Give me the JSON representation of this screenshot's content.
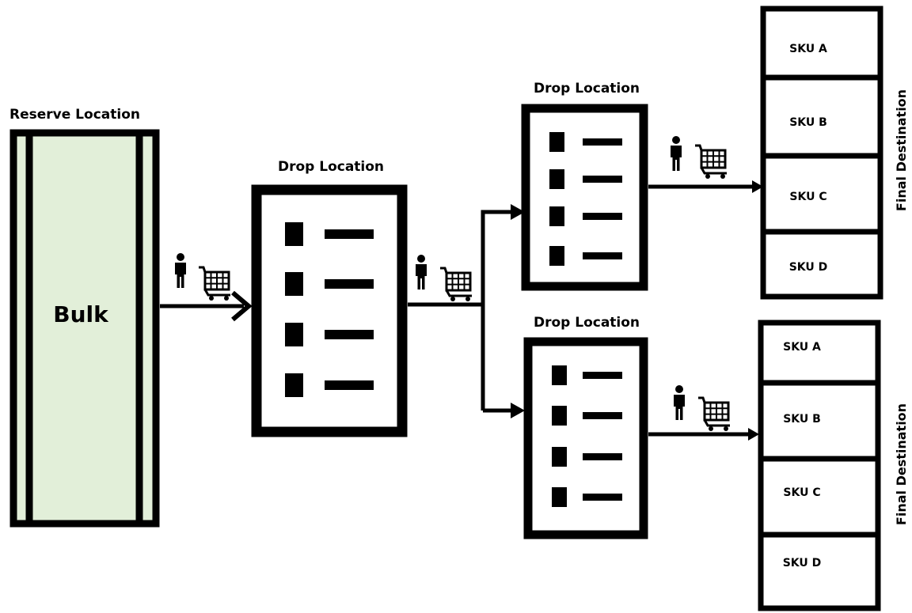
{
  "reserve": {
    "title": "Reserve Location",
    "bulk_label": "Bulk",
    "fill_color": "#e2efd9"
  },
  "drop_main": {
    "title": "Drop Location"
  },
  "drop_top": {
    "title": "Drop Location"
  },
  "drop_bottom": {
    "title": "Drop Location"
  },
  "final_top": {
    "label": "Final Destination",
    "skus": [
      "SKU A",
      "SKU B",
      "SKU C",
      "SKU D"
    ]
  },
  "final_bottom": {
    "label": "Final Destination",
    "skus": [
      "SKU A",
      "SKU B",
      "SKU C",
      "SKU D"
    ]
  },
  "icons": {
    "person": "person-icon",
    "cart": "shopping-cart-icon"
  },
  "colors": {
    "stroke": "#000000",
    "background": "#ffffff"
  }
}
